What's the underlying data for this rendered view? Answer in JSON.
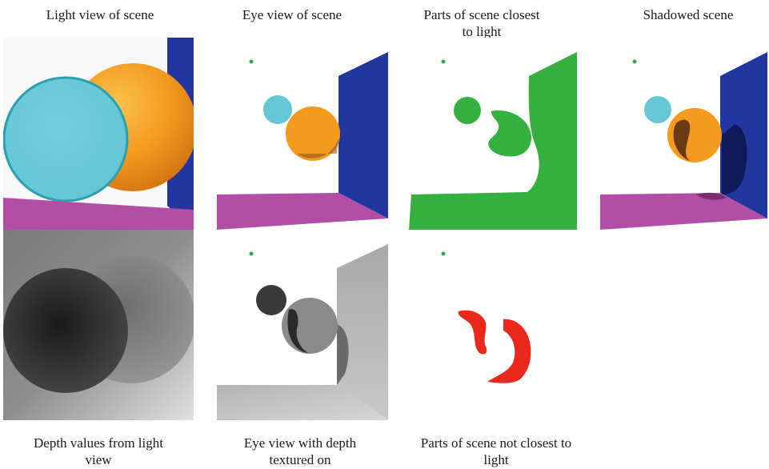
{
  "captions": {
    "light_view": "Light view of scene",
    "eye_view": "Eye view of scene",
    "closest_to_light": "Parts of scene closest to light",
    "shadowed": "Shadowed scene",
    "depth_values": "Depth values from light view",
    "eye_view_depth": "Eye view with depth textured on",
    "not_closest": "Parts of scene not closest to light"
  },
  "colors": {
    "cyan_sphere": "#66c6d6",
    "orange_sphere": "#f39a1f",
    "blue_wall": "#23359e",
    "magenta_floor": "#b24ea6",
    "lit_green": "#34b041",
    "unlit_red": "#e8291c",
    "light_marker": "#2ea84a"
  }
}
